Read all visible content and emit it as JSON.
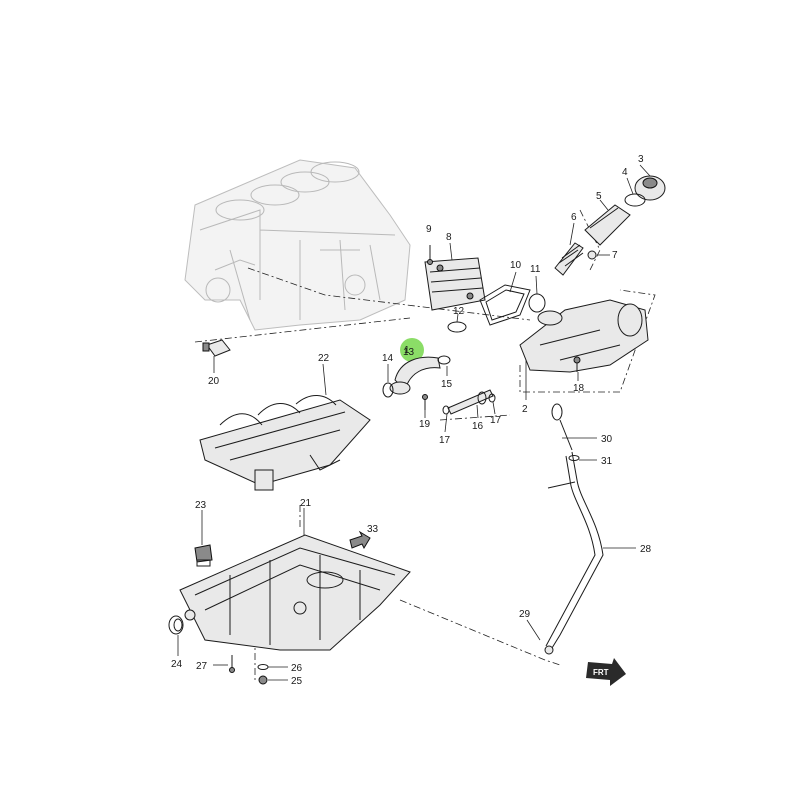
{
  "diagram": {
    "highlight_color": "#7ed957",
    "callouts": [
      {
        "id": "c1",
        "text": "1"
      },
      {
        "id": "c2",
        "text": "2"
      },
      {
        "id": "c3",
        "text": "3"
      },
      {
        "id": "c4",
        "text": "4"
      },
      {
        "id": "c5",
        "text": "5"
      },
      {
        "id": "c6",
        "text": "6"
      },
      {
        "id": "c7",
        "text": "7"
      },
      {
        "id": "c8",
        "text": "8"
      },
      {
        "id": "c9",
        "text": "9"
      },
      {
        "id": "c10",
        "text": "10"
      },
      {
        "id": "c11",
        "text": "11"
      },
      {
        "id": "c12",
        "text": "12"
      },
      {
        "id": "c13",
        "text": "13"
      },
      {
        "id": "c14",
        "text": "14"
      },
      {
        "id": "c15",
        "text": "15"
      },
      {
        "id": "c16",
        "text": "16"
      },
      {
        "id": "c17a",
        "text": "17"
      },
      {
        "id": "c17b",
        "text": "17"
      },
      {
        "id": "c18",
        "text": "18"
      },
      {
        "id": "c19",
        "text": "19"
      },
      {
        "id": "c20",
        "text": "20"
      },
      {
        "id": "c21",
        "text": "21"
      },
      {
        "id": "c22",
        "text": "22"
      },
      {
        "id": "c23",
        "text": "23"
      },
      {
        "id": "c24",
        "text": "24"
      },
      {
        "id": "c25",
        "text": "25"
      },
      {
        "id": "c26",
        "text": "26"
      },
      {
        "id": "c27",
        "text": "27"
      },
      {
        "id": "c28",
        "text": "28"
      },
      {
        "id": "c29",
        "text": "29"
      },
      {
        "id": "c30",
        "text": "30"
      },
      {
        "id": "c31",
        "text": "31"
      },
      {
        "id": "c33",
        "text": "33"
      }
    ],
    "front_marker": "FRT"
  }
}
